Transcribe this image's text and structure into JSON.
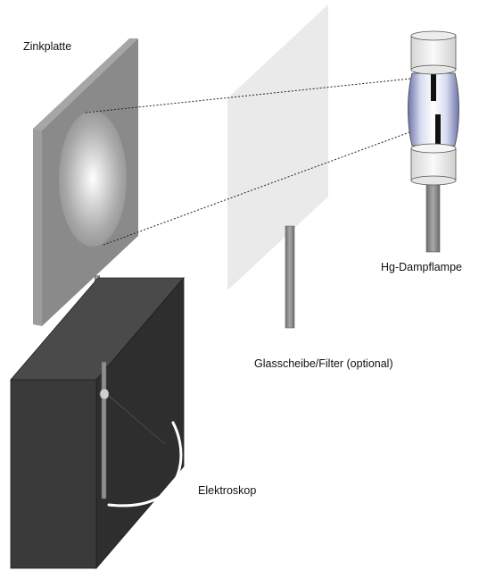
{
  "labels": {
    "zinc_plate": "Zinkplatte",
    "mercury_lamp": "Hg-Dampflampe",
    "glass_filter": "Glasscheibe/Filter (optional)",
    "electroscope": "Elektroskop"
  },
  "colors": {
    "zinc_plate_face": "#8a8a8a",
    "zinc_plate_edge": "#a6a6a6",
    "glass_pane": "#eaeaea",
    "rod": "#8c8c8c",
    "electroscope_front": "#3a3a3a",
    "electroscope_side": "#2e2e2e",
    "electroscope_top": "#4a4a4a",
    "lamp_cap": "#f2f2f2",
    "lamp_glass": "#c8cde8",
    "beam_line": "#222222"
  }
}
